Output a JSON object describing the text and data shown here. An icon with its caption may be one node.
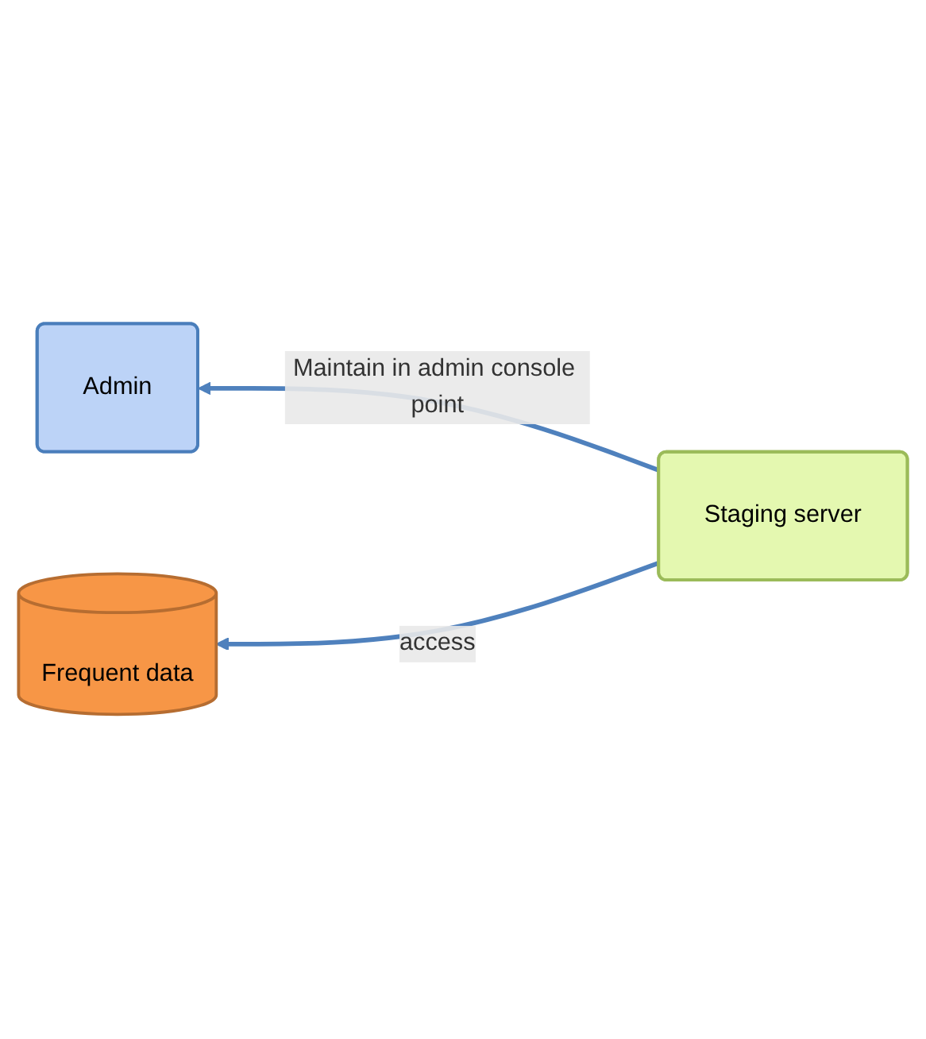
{
  "diagram": {
    "nodes": [
      {
        "text": [
          "Admin"
        ]
      },
      {
        "text": [
          "Staging server"
        ]
      },
      {
        "text": [
          "Frequent data"
        ]
      }
    ],
    "edges": [
      {
        "from": 1,
        "to": 0,
        "arrow": "to",
        "label": "Maintain in admin console point"
      },
      {
        "from": 1,
        "to": 2,
        "arrow": "to",
        "label": "access"
      }
    ]
  }
}
